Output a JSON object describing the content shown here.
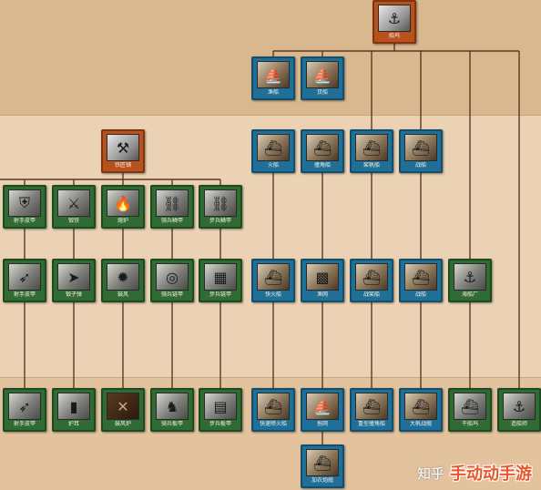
{
  "tree": {
    "top_node": {
      "label": "船坞",
      "icon": "anchor-icon"
    },
    "blacksmith_node": {
      "label": "铁匠铺",
      "icon": "anvil-icon"
    },
    "ships_row1": [
      {
        "label": "渔船",
        "icon": "fishing-boat-icon"
      },
      {
        "label": "货船",
        "icon": "cargo-ship-icon"
      }
    ],
    "ships_row2": [
      {
        "label": "火船",
        "icon": "fire-ship-icon"
      },
      {
        "label": "撞角船",
        "icon": "ram-ship-icon"
      },
      {
        "label": "桨帆船",
        "icon": "galley-icon"
      },
      {
        "label": "战船",
        "icon": "war-galley-icon"
      }
    ],
    "ships_row3": [
      {
        "label": "快火船",
        "icon": "fast-fire-ship-icon"
      },
      {
        "label": "渔网",
        "icon": "fishing-net-icon"
      },
      {
        "label": "战桨船",
        "icon": "war-galley-icon"
      },
      {
        "label": "战船",
        "icon": "warship-icon"
      },
      {
        "label": "海船厂",
        "icon": "shipyard-icon"
      }
    ],
    "ships_row4": [
      {
        "label": "快速喷火船",
        "icon": "fire-ship-icon"
      },
      {
        "label": "拖网",
        "icon": "trawl-net-icon"
      },
      {
        "label": "重型撞角船",
        "icon": "heavy-ram-ship-icon"
      },
      {
        "label": "大帆战舰",
        "icon": "galleon-icon"
      },
      {
        "label": "干船坞",
        "icon": "dry-dock-icon"
      },
      {
        "label": "造船师",
        "icon": "shipwright-icon"
      }
    ],
    "ships_row5": [
      {
        "label": "加农炮舰",
        "icon": "cannon-galleon-icon"
      }
    ],
    "smith_row1": [
      {
        "label": "射手皮甲",
        "icon": "leather-armor-icon"
      },
      {
        "label": "锻铁",
        "icon": "forging-icon"
      },
      {
        "label": "熔炉",
        "icon": "iron-casting-icon"
      },
      {
        "label": "骑兵鳞甲",
        "icon": "scale-barding-icon"
      },
      {
        "label": "步兵鳞甲",
        "icon": "scale-mail-icon"
      }
    ],
    "smith_row2": [
      {
        "label": "射手皮甲",
        "icon": "padded-armor-icon"
      },
      {
        "label": "锻子弹",
        "icon": "fletching-icon"
      },
      {
        "label": "鼓风",
        "icon": "blast-furnace-icon"
      },
      {
        "label": "骑兵链甲",
        "icon": "chain-barding-icon"
      },
      {
        "label": "步兵链甲",
        "icon": "chain-mail-icon"
      }
    ],
    "smith_row3": [
      {
        "label": "射手皮甲",
        "icon": "ring-archer-armor-icon"
      },
      {
        "label": "护耳",
        "icon": "bracer-icon"
      },
      {
        "label": "鼓风炉",
        "icon": "crossed-swords-icon"
      },
      {
        "label": "骑兵板甲",
        "icon": "plate-barding-icon"
      },
      {
        "label": "步兵板甲",
        "icon": "plate-mail-icon"
      }
    ]
  },
  "watermark": {
    "zh": "知乎",
    "brand": "手动动手游"
  }
}
